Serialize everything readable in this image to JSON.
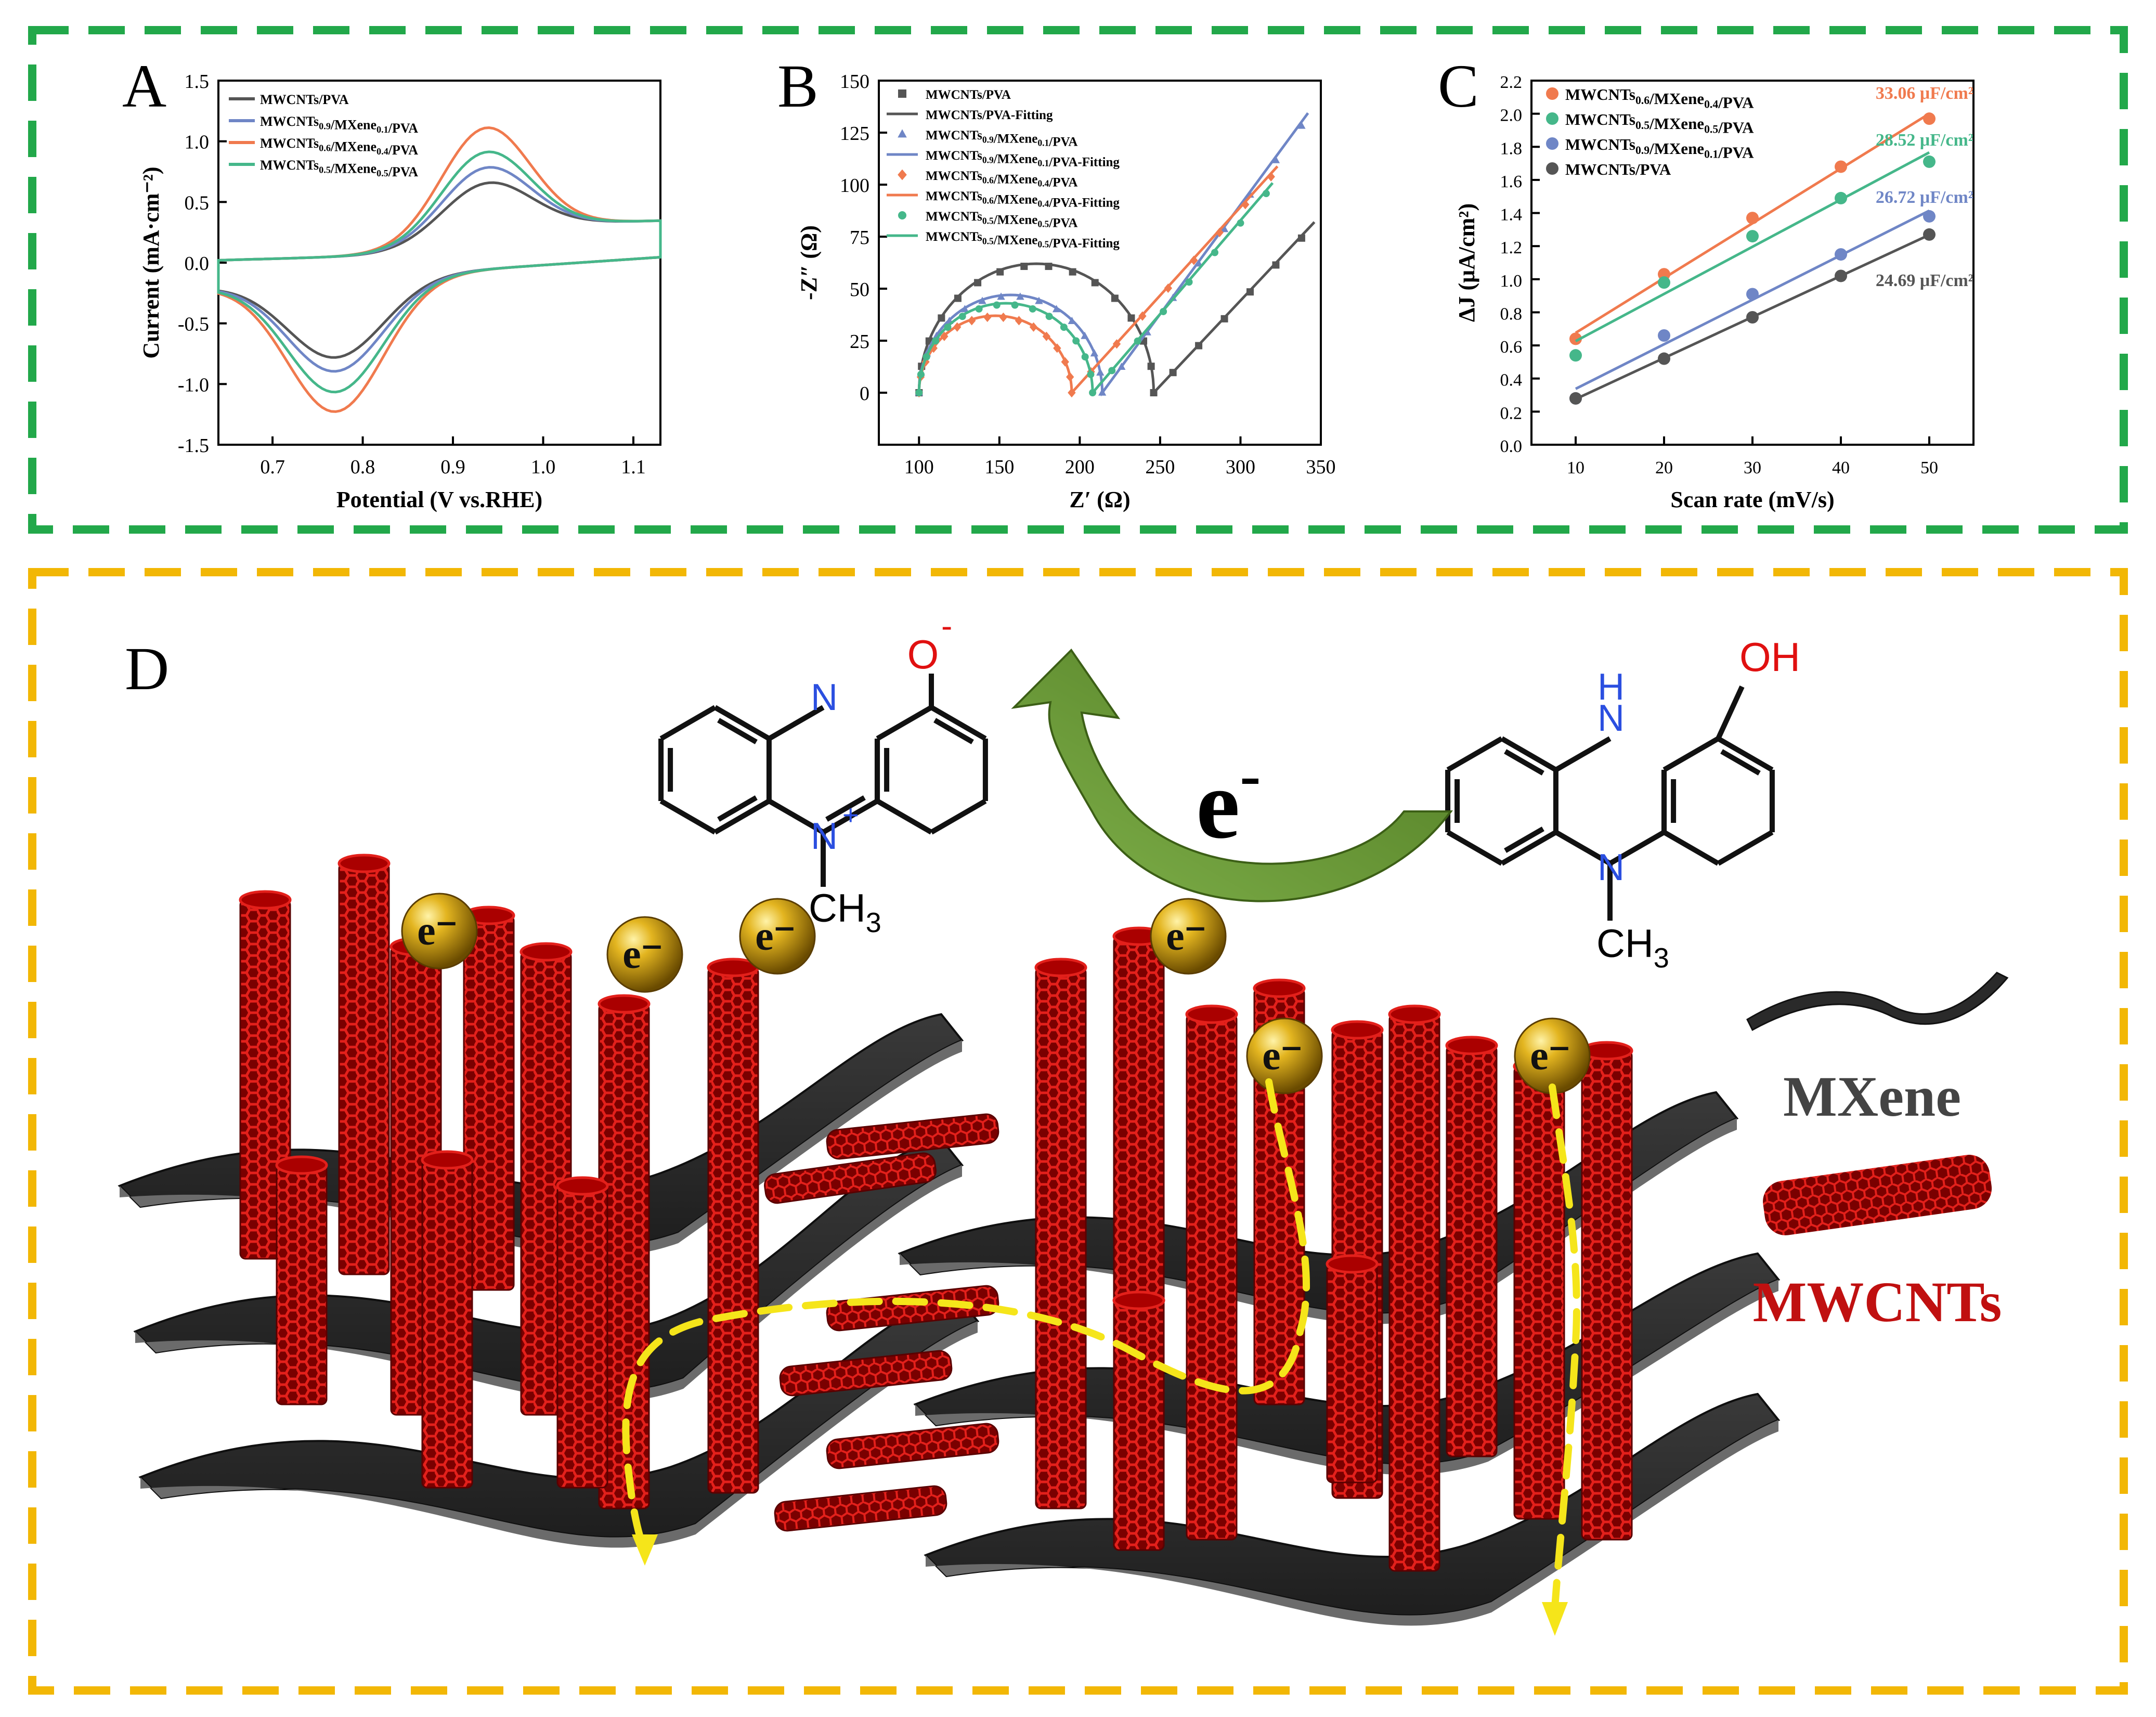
{
  "colors": {
    "green_frame": "#22a84a",
    "orange_frame": "#f2b705",
    "s_cnt": "#555555",
    "s_09": "#6f86c6",
    "s_06": "#f07a4e",
    "s_05": "#45b78a",
    "mxene": "#2f2f2f",
    "cnt": "#cc1111",
    "arrow": "#5b8f2b",
    "path": "#f5e51a",
    "electron": "#c49a0a",
    "n_blue": "#2b4fe0",
    "o_red": "#e01010"
  },
  "panels": {
    "a_label": "A",
    "b_label": "B",
    "c_label": "C",
    "d_label": "D"
  },
  "chart_data": [
    {
      "id": "A",
      "type": "line",
      "title": "",
      "xlabel": "Potential (V vs.RHE)",
      "ylabel": "Current (mA·cm⁻²)",
      "xlim": [
        0.64,
        1.13
      ],
      "ylim": [
        -1.5,
        1.5
      ],
      "xticks": [
        "0.7",
        "0.8",
        "0.9",
        "1.0",
        "1.1"
      ],
      "yticks": [
        "-1.5",
        "-1.0",
        "-0.5",
        "0.0",
        "0.5",
        "1.0",
        "1.5"
      ],
      "legend": "top-left",
      "series": [
        {
          "name": "MWCNTs/PVA",
          "color": "s_cnt",
          "ipa": 0.5,
          "ipc": -0.68
        },
        {
          "name": "MWCNTs0.9/MXene0.1/PVA",
          "color": "s_09",
          "ipa": 0.66,
          "ipc": -0.8
        },
        {
          "name": "MWCNTs0.6/MXene0.4/PVA",
          "color": "s_06",
          "ipa": 1.07,
          "ipc": -1.15
        },
        {
          "name": "MWCNTs0.5/MXene0.5/PVA",
          "color": "s_05",
          "ipa": 0.82,
          "ipc": -0.98
        }
      ]
    },
    {
      "id": "B",
      "type": "scatter",
      "title": "",
      "xlabel": "Z′ (Ω)",
      "ylabel": "-Z″ (Ω)",
      "xlim": [
        75,
        350
      ],
      "ylim": [
        -25,
        150
      ],
      "xticks": [
        "100",
        "150",
        "200",
        "250",
        "300",
        "350"
      ],
      "yticks": [
        "0",
        "25",
        "50",
        "75",
        "100",
        "125",
        "150"
      ],
      "legend": "top-left",
      "legend_entries": [
        {
          "text": "MWCNTs/PVA",
          "color": "s_cnt",
          "marker": "square"
        },
        {
          "text": "MWCNTs/PVA-Fitting",
          "color": "s_cnt",
          "marker": "line"
        },
        {
          "text": "MWCNTs0.9/MXene0.1/PVA",
          "color": "s_09",
          "marker": "triangle"
        },
        {
          "text": "MWCNTs0.9/MXene0.1/PVA-Fitting",
          "color": "s_09",
          "marker": "line"
        },
        {
          "text": "MWCNTs0.6/MXene0.4/PVA",
          "color": "s_06",
          "marker": "diamond"
        },
        {
          "text": "MWCNTs0.6/MXene0.4/PVA-Fitting",
          "color": "s_06",
          "marker": "line"
        },
        {
          "text": "MWCNTs0.5/MXene0.5/PVA",
          "color": "s_05",
          "marker": "circle"
        },
        {
          "text": "MWCNTs0.5/MXene0.5/PVA-Fitting",
          "color": "s_05",
          "marker": "line"
        }
      ],
      "series": [
        {
          "name": "MWCNTs/PVA",
          "color": "s_cnt",
          "r0": 100,
          "rct": 146,
          "zmax": 62,
          "slope": 0.82,
          "xend": 348,
          "marker": "square"
        },
        {
          "name": "MWCNTs0.9/MXene0.1/PVA",
          "color": "s_09",
          "r0": 100,
          "rct": 114,
          "zmax": 47,
          "slope": 1.05,
          "xend": 344,
          "marker": "triangle"
        },
        {
          "name": "MWCNTs0.6/MXene0.4/PVA",
          "color": "s_06",
          "r0": 100,
          "rct": 95,
          "zmax": 37,
          "slope": 0.85,
          "xend": 324,
          "marker": "diamond"
        },
        {
          "name": "MWCNTs0.5/MXene0.5/PVA",
          "color": "s_05",
          "r0": 100,
          "rct": 108,
          "zmax": 43,
          "slope": 0.9,
          "xend": 322,
          "marker": "circle"
        }
      ]
    },
    {
      "id": "C",
      "type": "scatter",
      "title": "",
      "xlabel": "Scan rate (mV/s)",
      "ylabel": "ΔJ (μA/cm²)",
      "xlim": [
        5,
        55
      ],
      "ylim": [
        0.0,
        2.2
      ],
      "xticks": [
        "10",
        "20",
        "30",
        "40",
        "50"
      ],
      "yticks": [
        "0.0",
        "0.2",
        "0.4",
        "0.6",
        "0.8",
        "1.0",
        "1.2",
        "1.4",
        "1.6",
        "1.8",
        "2.0",
        "2.2"
      ],
      "legend": "top-left",
      "x": [
        10,
        20,
        30,
        40,
        50
      ],
      "series": [
        {
          "name": "MWCNTs0.6/MXene0.4/PVA",
          "color": "s_06",
          "values": [
            0.64,
            1.03,
            1.37,
            1.68,
            1.97
          ],
          "capacitance": "33.06 μF/cm²"
        },
        {
          "name": "MWCNTs0.5/MXene0.5/PVA",
          "color": "s_05",
          "values": [
            0.54,
            0.98,
            1.26,
            1.49,
            1.71
          ],
          "capacitance": "28.52 μF/cm²"
        },
        {
          "name": "MWCNTs0.9/MXene0.1/PVA",
          "color": "s_09",
          "values": [
            0.28,
            0.66,
            0.91,
            1.15,
            1.38
          ],
          "capacitance": "26.72 μF/cm²"
        },
        {
          "name": "MWCNTs/PVA",
          "color": "s_cnt",
          "values": [
            0.28,
            0.52,
            0.77,
            1.02,
            1.27
          ],
          "capacitance": "24.69 μF/cm²"
        }
      ]
    }
  ],
  "diagram": {
    "electron_label": "e⁻",
    "big_e": "e",
    "big_e_sup": "-",
    "ox_label": "O",
    "ox_charge": "-",
    "n_label": "N",
    "n_plus": "+",
    "ch3_label": "CH",
    "ch3_sub": "3",
    "oh_label": "OH",
    "h_label": "H",
    "legend_mxene": "MXene",
    "legend_cnt": "MWCNTs"
  }
}
